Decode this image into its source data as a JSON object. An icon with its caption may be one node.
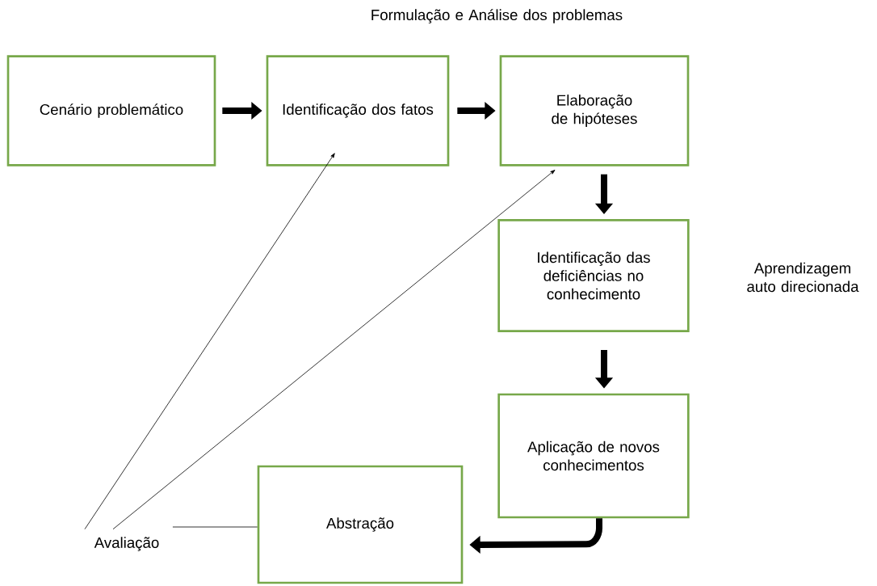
{
  "diagram": {
    "nodes": [
      {
        "text": [
          "Cenário problemático"
        ]
      },
      {
        "text": [
          "Identificação dos fatos"
        ]
      },
      {
        "text": [
          "Elaboração de hipóteses"
        ]
      },
      {
        "text": [
          "Identificação das deficiências no conhecimento"
        ]
      },
      {
        "text": [
          "Aplicação de novos conhecimentos"
        ]
      },
      {
        "text": [
          "Abstração"
        ]
      },
      {
        "text": [
          "Avaliação"
        ]
      }
    ],
    "edges": [
      {
        "from": 0,
        "to": 1,
        "arrow": "to"
      },
      {
        "from": 1,
        "to": 2,
        "arrow": "to"
      },
      {
        "from": 2,
        "to": 3,
        "arrow": "to"
      },
      {
        "from": 3,
        "to": 4,
        "arrow": "to"
      },
      {
        "from": 4,
        "to": 5,
        "arrow": "to"
      },
      {
        "from": 6,
        "to": 1,
        "arrow": "to"
      },
      {
        "from": 6,
        "to": 2,
        "arrow": "to"
      },
      {
        "from": 5,
        "to": 6,
        "arrow": "none"
      }
    ],
    "labels": [
      "Formulação e Análise dos problemas",
      "Aprendizagem auto direcionada"
    ]
  }
}
